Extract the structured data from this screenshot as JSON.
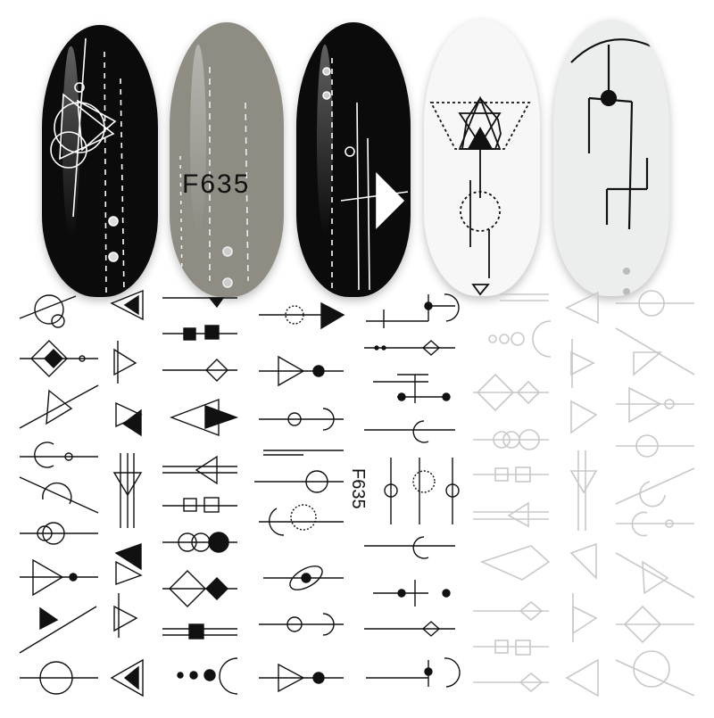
{
  "product": {
    "code_on_nail": "F635",
    "code_on_sheet": "F635"
  },
  "nails": [
    {
      "id": 1,
      "base_color": "#0b0b0b",
      "design_color": "#ffffff",
      "motif": "circle-triangle-geometric"
    },
    {
      "id": 2,
      "base_color": "#8f8c84",
      "design_color": "#e8e6e0",
      "motif": "dashed-lines-with-code"
    },
    {
      "id": 3,
      "base_color": "#0b0b0b",
      "design_color": "#ffffff",
      "motif": "arrow-lines-triangle"
    },
    {
      "id": 4,
      "base_color": "#f7f7f7",
      "design_color": "#111111",
      "motif": "star-of-david-dotted-triangle"
    },
    {
      "id": 5,
      "base_color": "#eceeee",
      "design_color": "#111111",
      "motif": "circuit-lines"
    }
  ],
  "sheet": {
    "sections": [
      {
        "name": "black-geometric-stickers",
        "color": "#111111"
      },
      {
        "name": "silver-geometric-stickers",
        "color": "#c8c8c8"
      }
    ]
  }
}
